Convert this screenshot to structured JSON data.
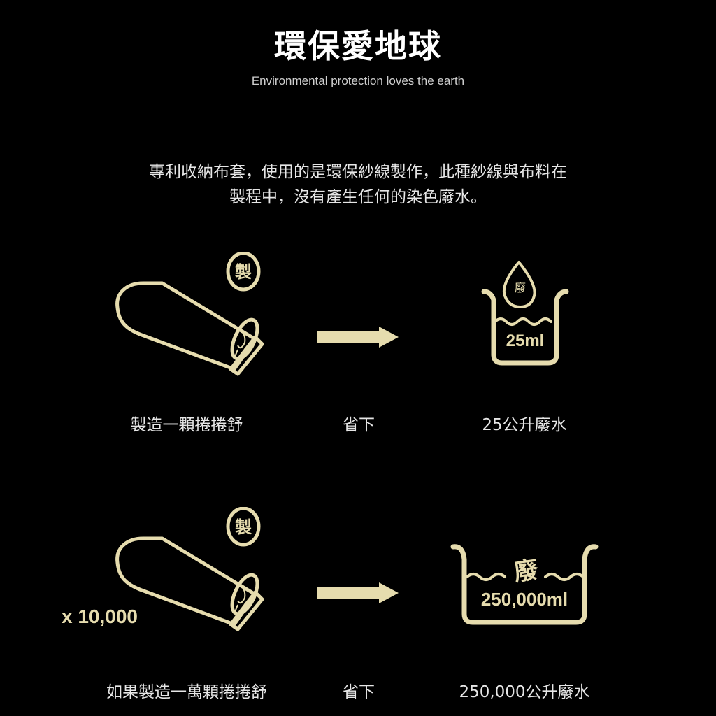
{
  "header": {
    "title": "環保愛地球",
    "subtitle": "Environmental protection loves the earth"
  },
  "description": {
    "line1": "專利收納布套，使用的是環保紗線製作，此種紗線與布料在",
    "line2": "製程中，沒有產生任何的染色廢水。"
  },
  "colors": {
    "accent": "#e6dcae",
    "background": "#000000"
  },
  "rows": [
    {
      "badge": "製",
      "multiplier": "",
      "amount": "25ml",
      "waste_char": "廢",
      "label_left": "製造一顆捲捲舒",
      "label_middle": "省下",
      "label_right": "25公升廢水"
    },
    {
      "badge": "製",
      "multiplier": "x 10,000",
      "amount": "250,000ml",
      "waste_char": "廢",
      "label_left": "如果製造一萬顆捲捲舒",
      "label_middle": "省下",
      "label_right": "250,000公升廢水"
    }
  ]
}
